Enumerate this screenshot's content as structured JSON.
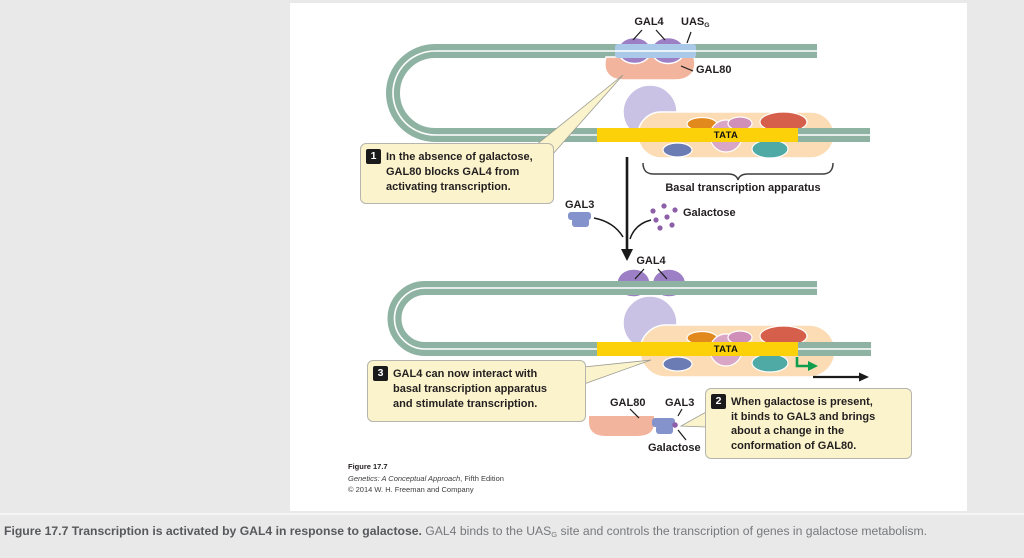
{
  "colors": {
    "page_bg": "#e9e9e9",
    "panel_bg": "#ffffff",
    "dna_green": "#8fb3a3",
    "dna_yellow": "#fdd10a",
    "uas_blue": "#aac9e9",
    "gal4_purple": "#9c7fc5",
    "gal80_salmon": "#f2b49d",
    "polymerase_lavender": "#c9c2e4",
    "apparatus_peach": "#fbdcb4",
    "oval_orange": "#e2891d",
    "tata_pink": "#d9a6c6",
    "oval_mauve": "#cf8fb8",
    "oval_red": "#d55f4a",
    "oval_blue": "#6b7cb4",
    "oval_teal": "#4fa9a4",
    "gal3_blue": "#8593cc",
    "galactose_purple": "#8d5fa8",
    "callout_bg": "#faf3cb",
    "green_arrow": "#0f9d4e",
    "text_dark": "#231f20"
  },
  "panel1": {
    "gal4_label": "GAL4",
    "uas_label": "UAS",
    "uas_sub": "G",
    "gal80_label": "GAL80",
    "tata_label": "TATA",
    "basal_label": "Basal transcription apparatus",
    "gal3_label": "GAL3",
    "galactose_label": "Galactose",
    "callout1": {
      "number": "1",
      "lines": [
        "In the absence of galactose,",
        "GAL80 blocks GAL4 from",
        "activating transcription."
      ]
    }
  },
  "panel2": {
    "gal4_label": "GAL4",
    "tata_label": "TATA",
    "gal80_label": "GAL80",
    "gal3_label": "GAL3",
    "galactose_label": "Galactose",
    "callout3": {
      "number": "3",
      "lines": [
        "GAL4 can now interact with",
        "basal transcription apparatus",
        "and stimulate transcription."
      ]
    },
    "callout2": {
      "number": "2",
      "lines": [
        "When galactose is present,",
        "it binds to GAL3 and brings",
        "about a change in the",
        "conformation of GAL80."
      ]
    }
  },
  "credit": {
    "line1": "Figure 17.7",
    "line2_title": "Genetics: A Conceptual Approach",
    "line2_rest": ", Fifth Edition",
    "line3": "© 2014 W. H. Freeman and Company"
  },
  "caption": {
    "bold": "Figure 17.7 Transcription is activated by GAL4 in response to galactose.",
    "text_before_sub": " GAL4 binds to the UAS",
    "sub": "G",
    "text_after_sub": " site and controls the transcription of genes in galactose metabolism."
  }
}
